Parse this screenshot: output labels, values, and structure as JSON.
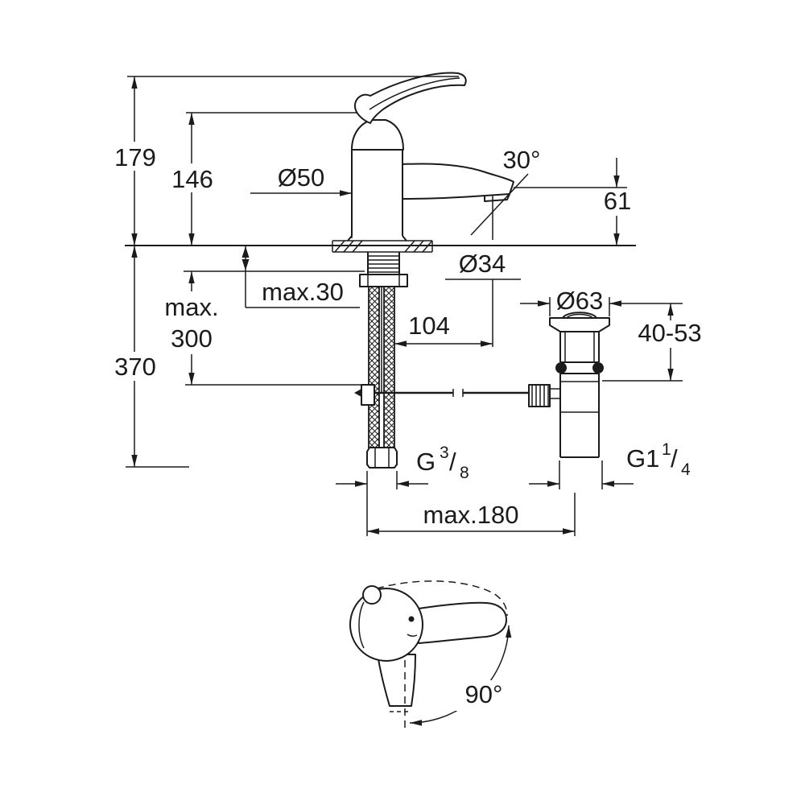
{
  "meta": {
    "background_color": "#ffffff",
    "line_color": "#1b1b1b",
    "drawing_type": "technical dimension drawing - single-lever basin mixer with pop-up waste"
  },
  "labels": {
    "overall_height": "179",
    "lever_top_height": "146",
    "body_diameter": "Ø50",
    "spout_angle": "30°",
    "spout_outlet_height": "61",
    "mounting_hole_diameter": "Ø34",
    "max_deck_thickness": "max.30",
    "waste_flange_diameter": "Ø63",
    "hose_length_word": "max.",
    "hose_length_value": "300",
    "spout_reach": "104",
    "waste_adjustment_range": "40-53",
    "total_installation_height": "370",
    "supply_thread_prefix": "G",
    "supply_thread_numerator": "3",
    "supply_thread_slash": "/",
    "supply_thread_denominator": "8",
    "waste_thread_prefix": "G1",
    "waste_thread_numerator": "1",
    "waste_thread_slash": "/",
    "waste_thread_denominator": "4",
    "max_center_distance": "max.180",
    "lever_swivel_angle": "90°"
  }
}
